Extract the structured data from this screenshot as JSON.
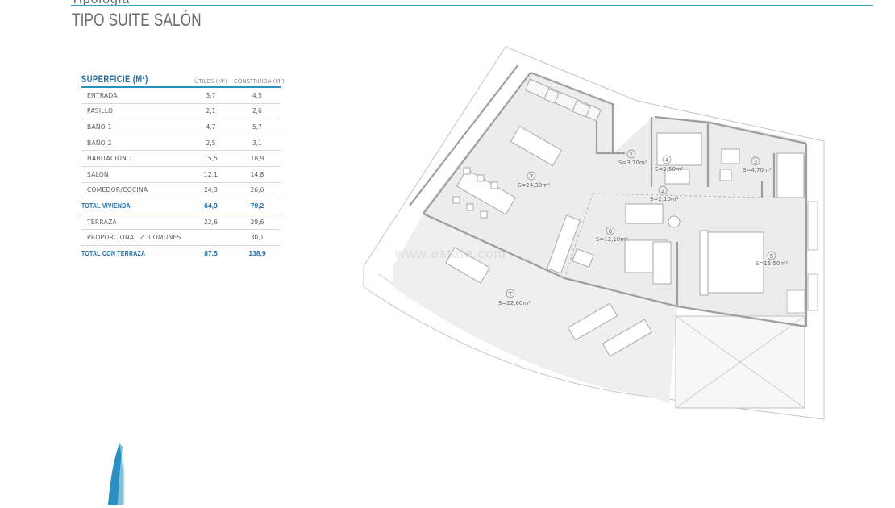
{
  "header": {
    "top_fragment": "Tipologia",
    "title": "TIPO SUITE SALÓN"
  },
  "table": {
    "title": "SUPERFICIE (M²)",
    "col_useful": "ÚTILES (M²)",
    "col_built": "CONSTRUIDA (M²)",
    "rows": [
      {
        "label": "ENTRADA",
        "useful": "3,7",
        "built": "4,5"
      },
      {
        "label": "PASILLO",
        "useful": "2,1",
        "built": "2,6"
      },
      {
        "label": "BAÑO 1",
        "useful": "4,7",
        "built": "5,7"
      },
      {
        "label": "BAÑO 2",
        "useful": "2,5",
        "built": "3,1"
      },
      {
        "label": "HABITACIÓN 1",
        "useful": "15,5",
        "built": "18,9"
      },
      {
        "label": "SALÓN",
        "useful": "12,1",
        "built": "14,8"
      },
      {
        "label": "COMEDOR/COCINA",
        "useful": "24,3",
        "built": "26,6"
      }
    ],
    "total_home": {
      "label": "TOTAL VIVIENDA",
      "useful": "64,9",
      "built": "79,2"
    },
    "extra_rows": [
      {
        "label": "TERRAZA",
        "useful": "22,6",
        "built": "29,6"
      },
      {
        "label": "PROPORCIONAL Z. COMUNES",
        "useful": "",
        "built": "30,1"
      }
    ],
    "total_terrace": {
      "label": "TOTAL CON TERRAZA",
      "useful": "87,5",
      "built": "138,9"
    }
  },
  "plan": {
    "rooms": [
      {
        "num": "1",
        "area": "S=3,70m²"
      },
      {
        "num": "2",
        "area": "S=2,10m²"
      },
      {
        "num": "3",
        "area": "S=4,70m²"
      },
      {
        "num": "4",
        "area": "S=2,50m²"
      },
      {
        "num": "5",
        "area": "S=15,50m²"
      },
      {
        "num": "6",
        "area": "S=12,10m²"
      },
      {
        "num": "7",
        "area": "S=24,30m²"
      },
      {
        "num": "T",
        "area": "S=22,60m²"
      }
    ],
    "watermark": "www.estate.com"
  },
  "colors": {
    "accent": "#2a8fc1",
    "title": "#1e6ea7",
    "floor": "#ebebeb",
    "wall": "#bdbdbd"
  }
}
